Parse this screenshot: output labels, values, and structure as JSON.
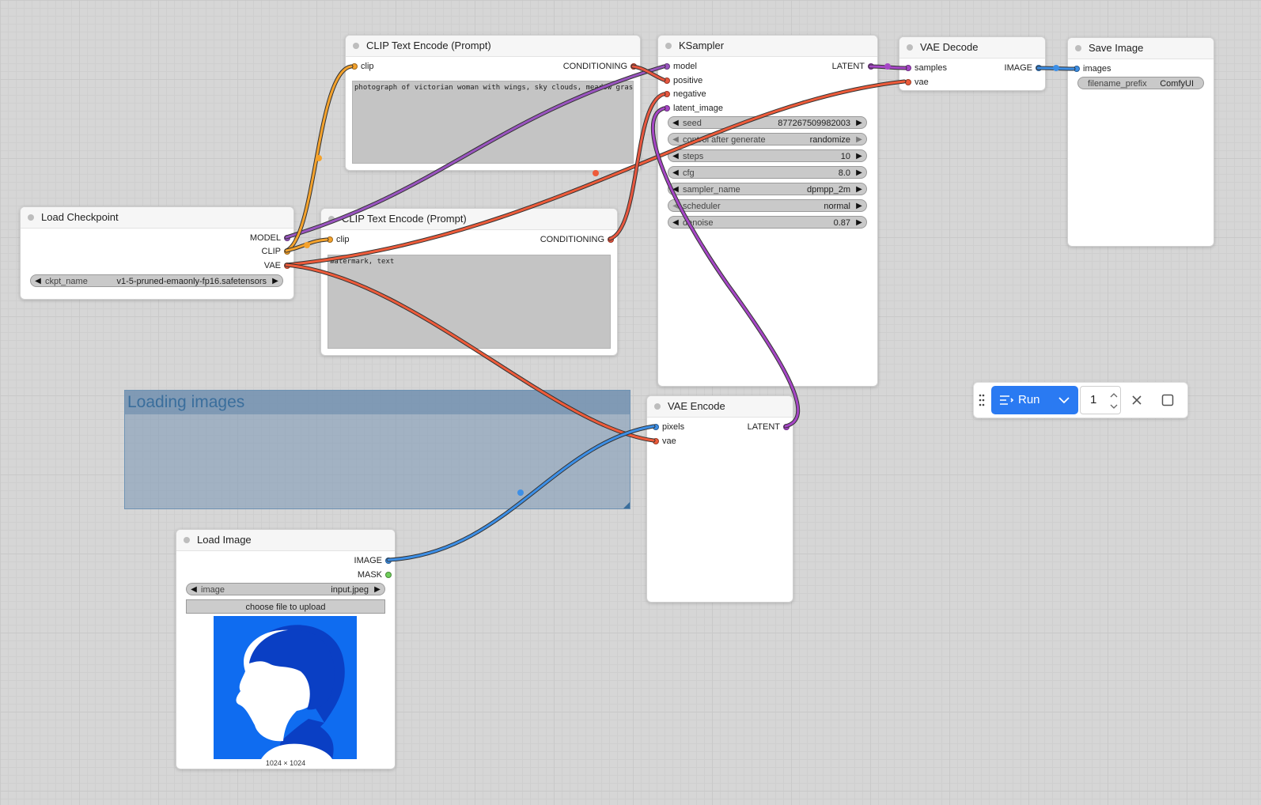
{
  "colors": {
    "model": "#9a55c0",
    "clip": "#f4a22c",
    "vae": "#ee5b3a",
    "conditioning": "#e8573f",
    "latent": "#a646c6",
    "image": "#3d8fe6",
    "mask": "#6fcf5a",
    "run_button": "#2a7af2"
  },
  "load_checkpoint": {
    "title": "Load Checkpoint",
    "outputs": [
      "MODEL",
      "CLIP",
      "VAE"
    ],
    "ckpt_label": "ckpt_name",
    "ckpt_value": "v1-5-pruned-emaonly-fp16.safetensors"
  },
  "clip_pos": {
    "title": "CLIP Text Encode (Prompt)",
    "input": "clip",
    "output": "CONDITIONING",
    "text": "photograph of victorian woman with wings, sky clouds, meadow grass"
  },
  "clip_neg": {
    "title": "CLIP Text Encode (Prompt)",
    "input": "clip",
    "output": "CONDITIONING",
    "text": "watermark, text"
  },
  "ksampler": {
    "title": "KSampler",
    "inputs": [
      "model",
      "positive",
      "negative",
      "latent_image"
    ],
    "output": "LATENT",
    "widgets": [
      {
        "label": "seed",
        "value": "877267509982003"
      },
      {
        "label": "control after generate",
        "value": "randomize"
      },
      {
        "label": "steps",
        "value": "10"
      },
      {
        "label": "cfg",
        "value": "8.0"
      },
      {
        "label": "sampler_name",
        "value": "dpmpp_2m"
      },
      {
        "label": "scheduler",
        "value": "normal"
      },
      {
        "label": "denoise",
        "value": "0.87"
      }
    ]
  },
  "vae_decode": {
    "title": "VAE Decode",
    "inputs": [
      "samples",
      "vae"
    ],
    "output": "IMAGE"
  },
  "save_image": {
    "title": "Save Image",
    "input": "images",
    "prefix_label": "filename_prefix",
    "prefix_value": "ComfyUI"
  },
  "vae_encode": {
    "title": "VAE Encode",
    "inputs": [
      "pixels",
      "vae"
    ],
    "output": "LATENT"
  },
  "load_image": {
    "title": "Load Image",
    "outputs": [
      "IMAGE",
      "MASK"
    ],
    "image_label": "image",
    "image_value": "input.jpeg",
    "upload_label": "choose file to upload",
    "dims": "1024 × 1024"
  },
  "group": {
    "title": "Loading images"
  },
  "run_toolbar": {
    "run_label": "Run",
    "batch_count": "1"
  }
}
